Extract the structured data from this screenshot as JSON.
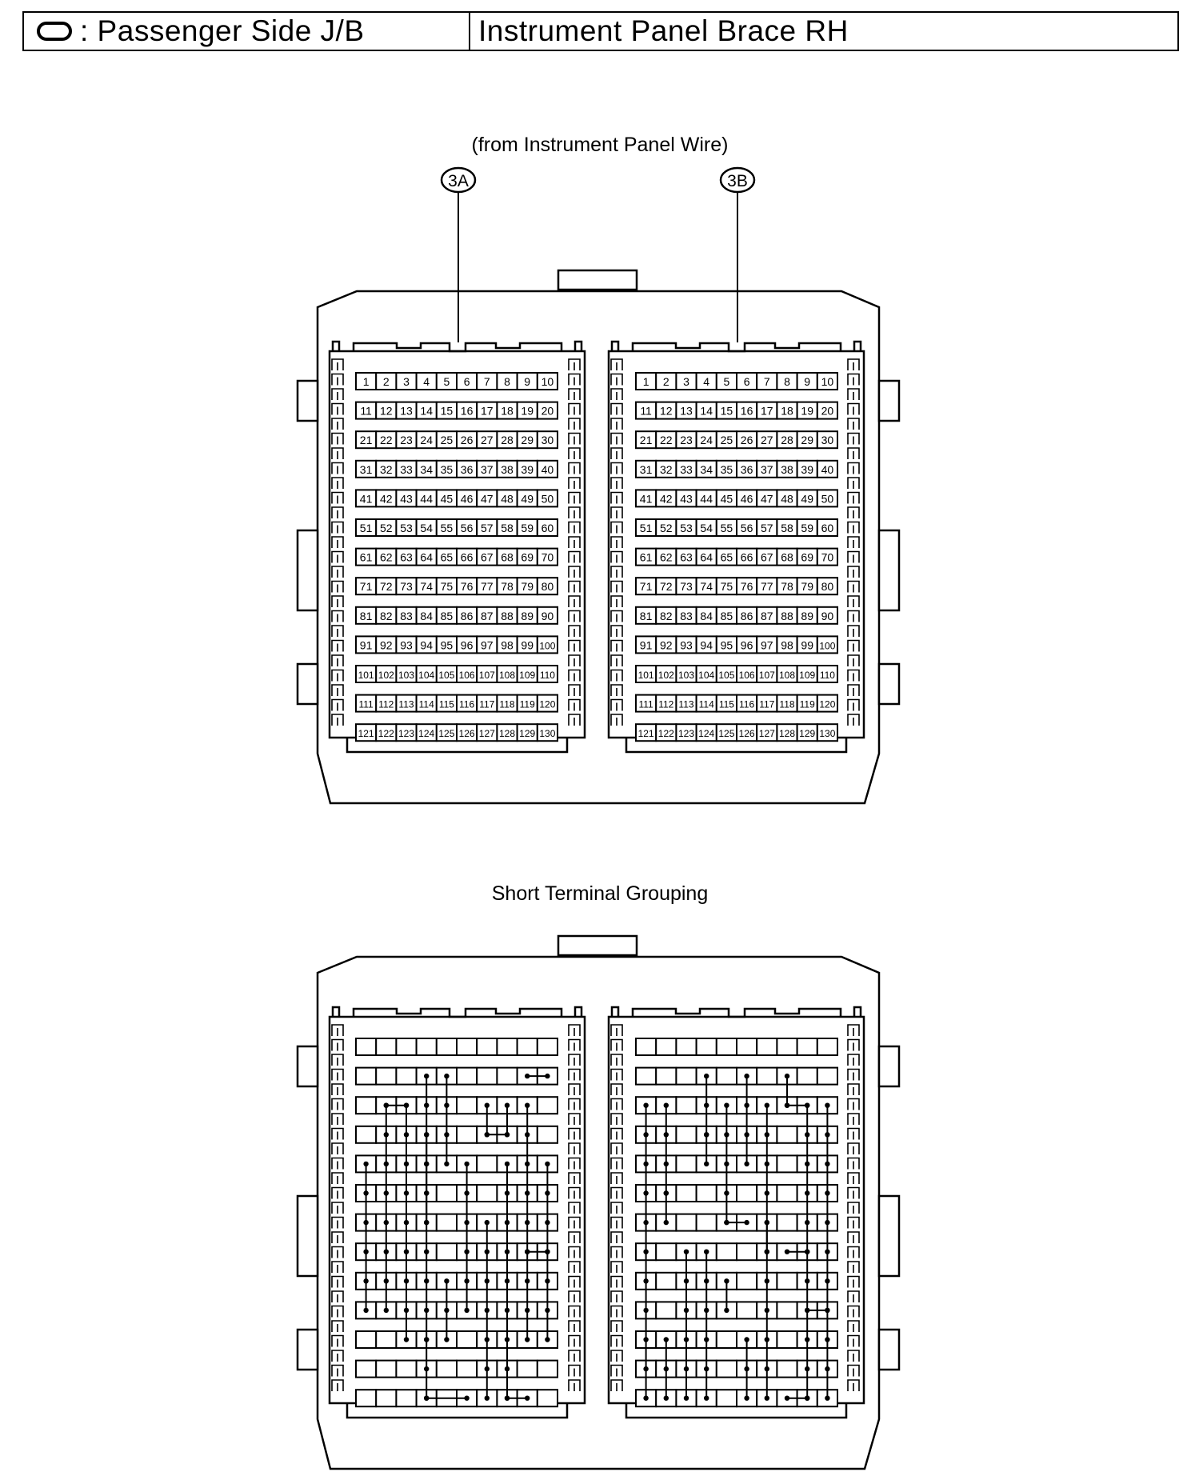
{
  "header": {
    "symbol_icon": "rounded-rectangle-outline-icon",
    "left_label": ": Passenger Side J/B",
    "right_label": "Instrument Panel Brace RH"
  },
  "diagram": {
    "source_note": "(from Instrument Panel Wire)",
    "connectors": [
      {
        "id": "3A",
        "label": "3A"
      },
      {
        "id": "3B",
        "label": "3B"
      }
    ],
    "terminal_numbers": [
      "1",
      "2",
      "3",
      "4",
      "5",
      "6",
      "7",
      "8",
      "9",
      "10",
      "11",
      "12",
      "13",
      "14",
      "15",
      "16",
      "17",
      "18",
      "19",
      "20",
      "21",
      "22",
      "23",
      "24",
      "25",
      "26",
      "27",
      "28",
      "29",
      "30",
      "31",
      "32",
      "33",
      "34",
      "35",
      "36",
      "37",
      "38",
      "39",
      "40",
      "41",
      "42",
      "43",
      "44",
      "45",
      "46",
      "47",
      "48",
      "49",
      "50",
      "51",
      "52",
      "53",
      "54",
      "55",
      "56",
      "57",
      "58",
      "59",
      "60",
      "61",
      "62",
      "63",
      "64",
      "65",
      "66",
      "67",
      "68",
      "69",
      "70",
      "71",
      "72",
      "73",
      "74",
      "75",
      "76",
      "77",
      "78",
      "79",
      "80",
      "81",
      "82",
      "83",
      "84",
      "85",
      "86",
      "87",
      "88",
      "89",
      "90",
      "91",
      "92",
      "93",
      "94",
      "95",
      "96",
      "97",
      "98",
      "99",
      "100",
      "101",
      "102",
      "103",
      "104",
      "105",
      "106",
      "107",
      "108",
      "109",
      "110",
      "111",
      "112",
      "113",
      "114",
      "115",
      "116",
      "117",
      "118",
      "119",
      "120",
      "121",
      "122",
      "123",
      "124",
      "125",
      "126",
      "127",
      "128",
      "129",
      "130"
    ],
    "grouping_title": "Short Terminal Grouping"
  }
}
